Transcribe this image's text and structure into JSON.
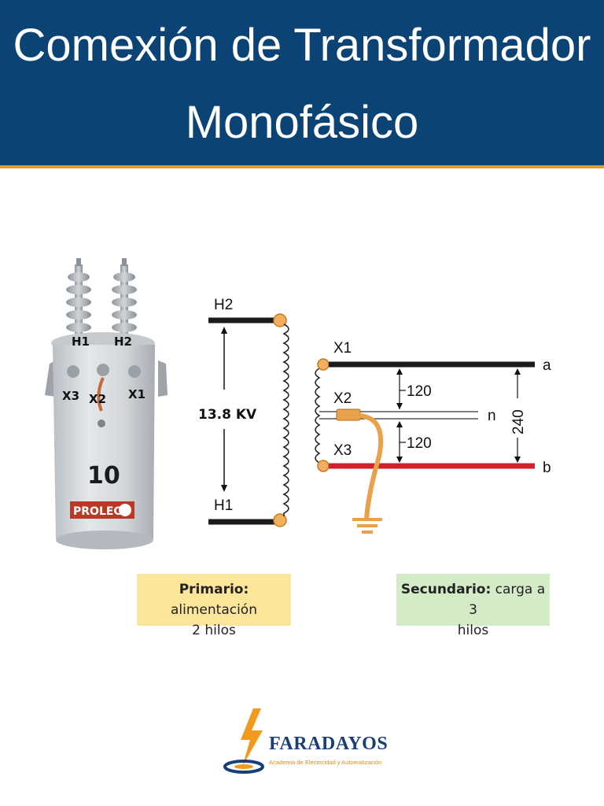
{
  "header": {
    "title_line1": "Comexión de Transformador",
    "title_line2": "Monofásico",
    "bg_color": "#0b4374",
    "accent_color": "#e39a2e"
  },
  "photo": {
    "terminal_h1": "H1",
    "terminal_h2": "H2",
    "terminal_x1": "X1",
    "terminal_x2": "X2",
    "terminal_x3": "X3",
    "capacity": "10",
    "brand": "PROLEC"
  },
  "diagram": {
    "primary_top": "H2",
    "primary_bottom": "H1",
    "voltage": "13.8 KV",
    "sec_x1": "X1",
    "sec_x2": "X2",
    "sec_x3": "X3",
    "line_a": "a",
    "line_n": "n",
    "line_b": "b",
    "v_upper": "120",
    "v_lower": "120",
    "v_total": "240"
  },
  "boxes": {
    "primary_label": "Primario:",
    "primary_text": "alimentación",
    "primary_line2": "2 hilos",
    "secondary_label": "Secundario:",
    "secondary_text": "carga a 3",
    "secondary_line2": "hilos"
  },
  "logo": {
    "name": "FARADAYOS",
    "tagline": "Academia de Electricidad y Automatización"
  }
}
